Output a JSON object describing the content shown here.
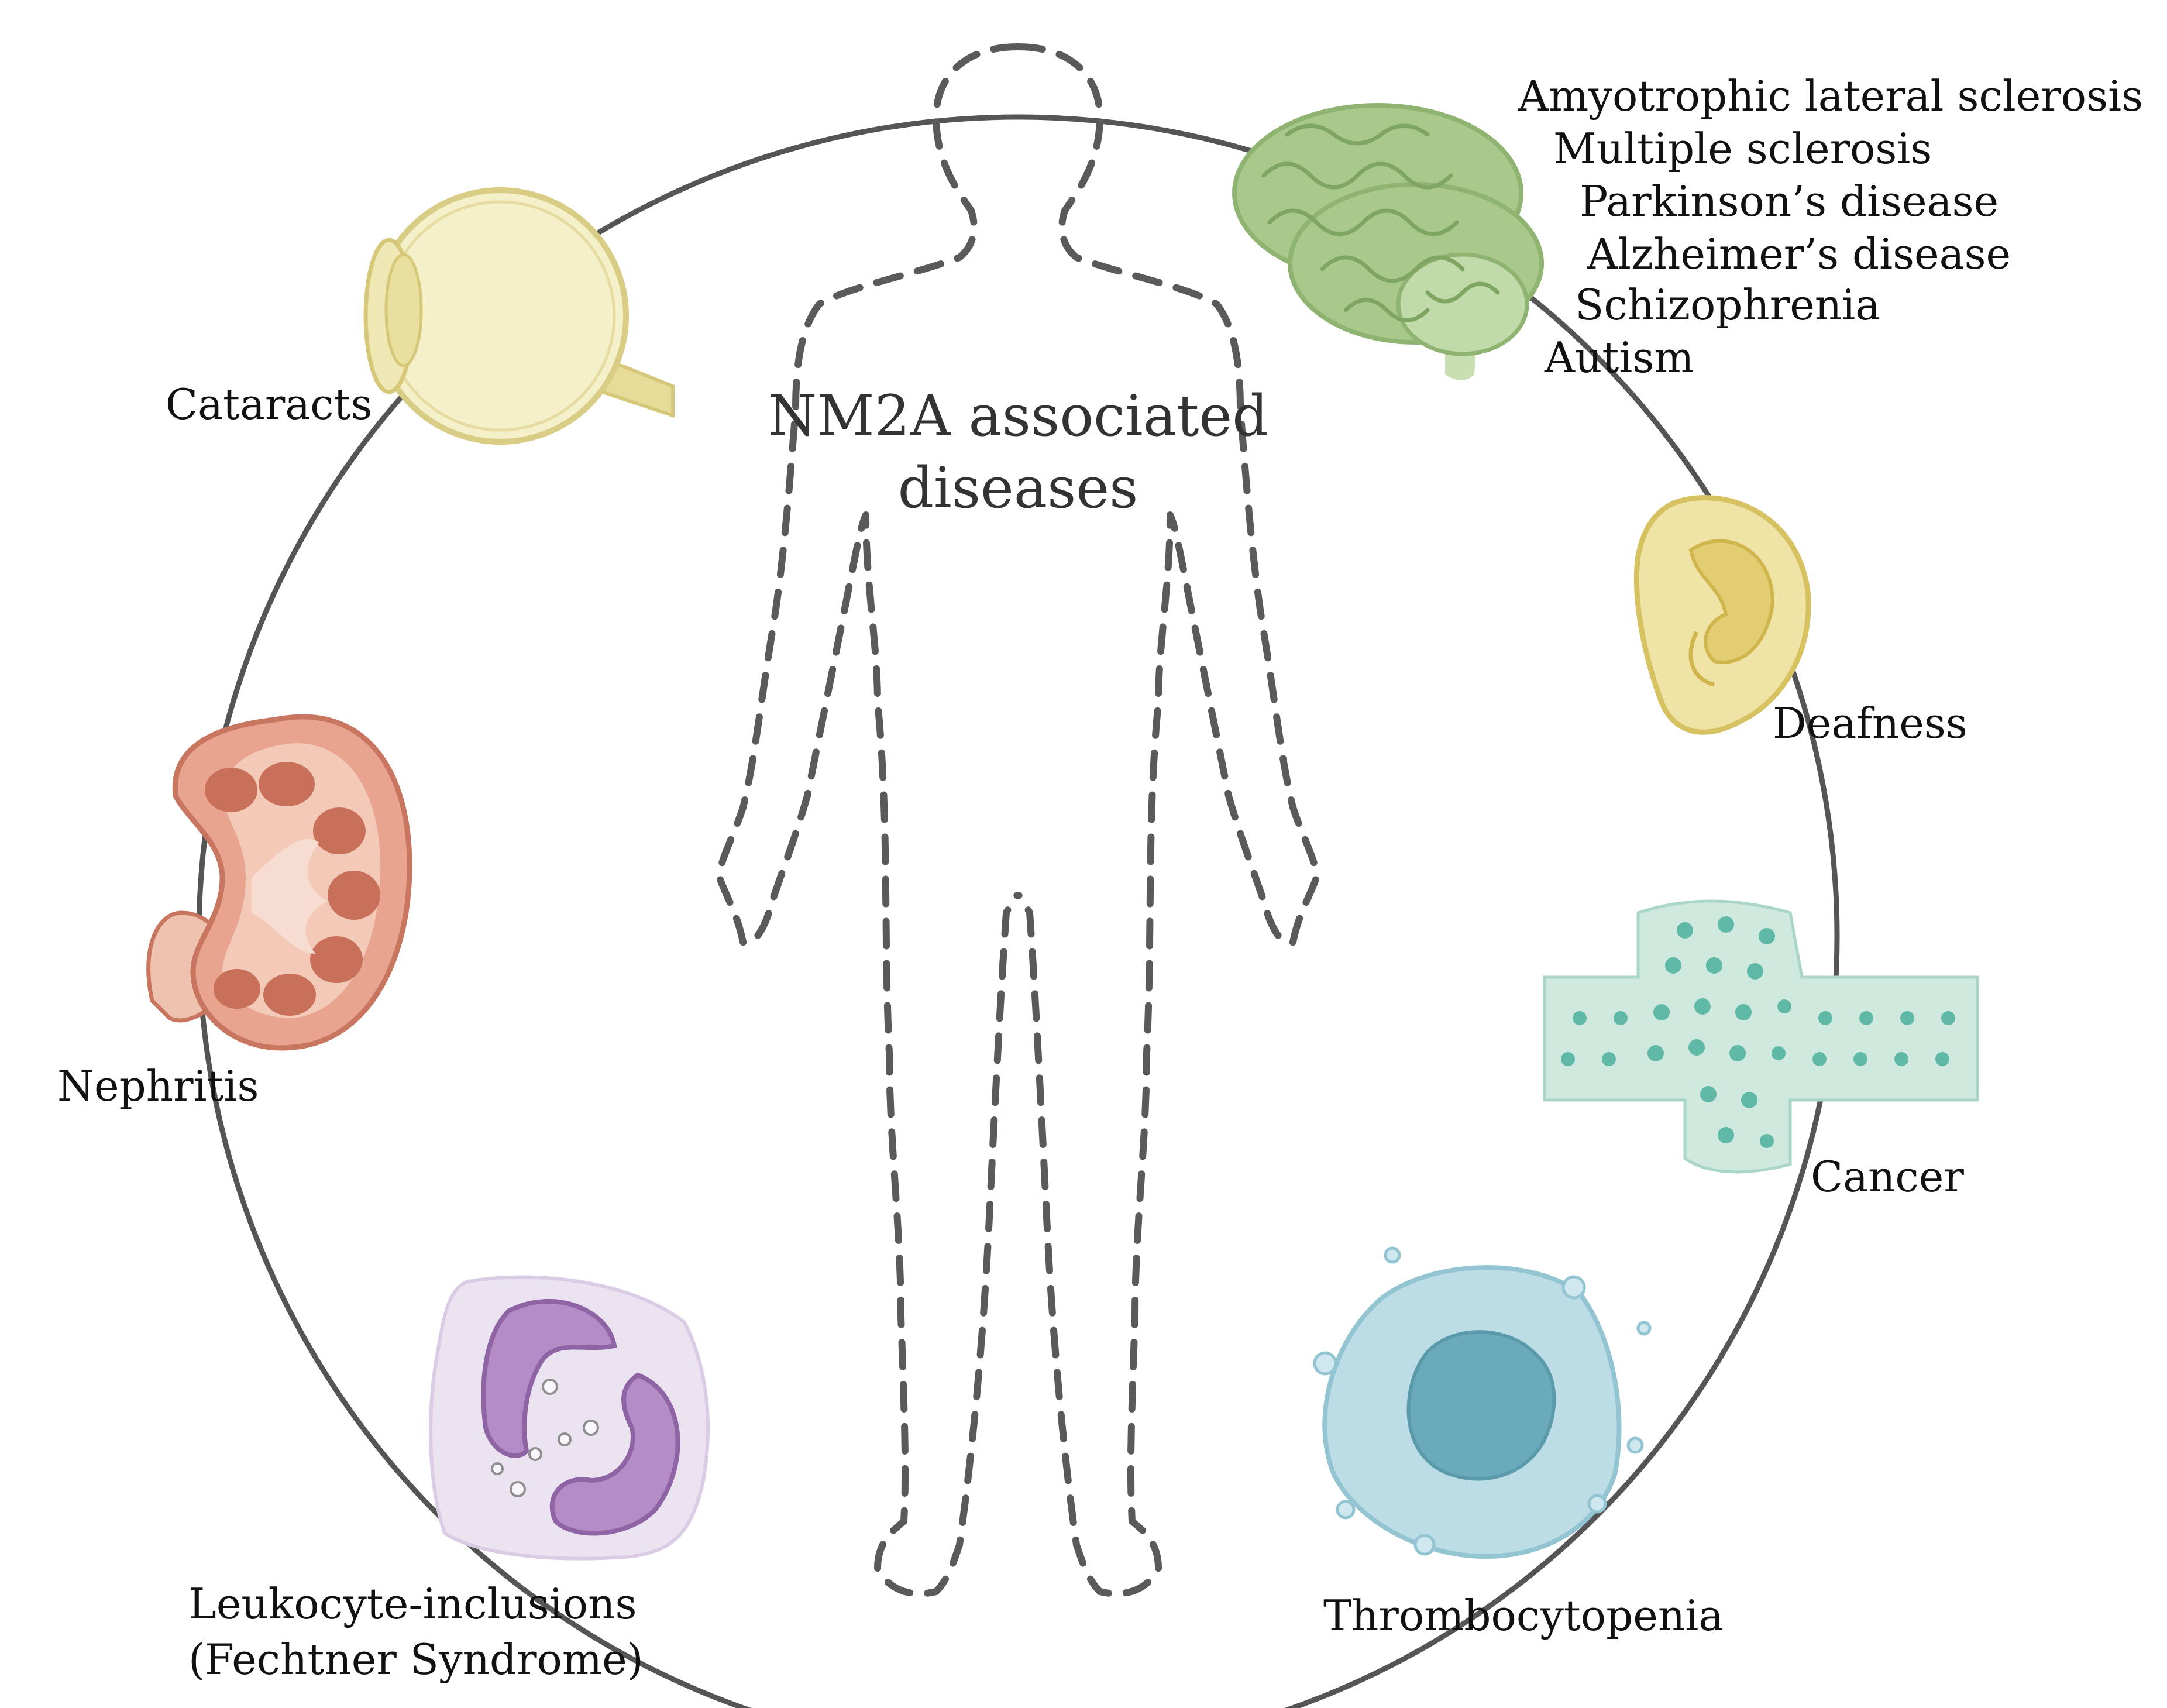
{
  "center": {
    "line1": "NM2A associated",
    "line2": "diseases"
  },
  "brain": {
    "icon": "brain-icon",
    "color": "#a9c98c",
    "diseases": [
      "Amyotrophic lateral sclerosis",
      "Multiple sclerosis",
      "Parkinson’s disease",
      "Alzheimer’s disease",
      "Schizophrenia",
      "Autism"
    ]
  },
  "eye": {
    "icon": "eye-icon",
    "color": "#f2eebf",
    "label": "Cataracts"
  },
  "ear": {
    "icon": "ear-icon",
    "color": "#ecde9e",
    "label": "Deafness"
  },
  "kidney": {
    "icon": "kidney-icon",
    "color": "#e2a18c",
    "label": "Nephritis"
  },
  "tissue": {
    "icon": "cancer-tissue-icon",
    "color": "#8fd0c2",
    "label": "Cancer"
  },
  "leukocyte": {
    "icon": "leukocyte-icon",
    "color": "#e6dcee",
    "label_line1": "Leukocyte-inclusions",
    "label_line2": "(Fechtner Syndrome)"
  },
  "platelet": {
    "icon": "platelet-cell-icon",
    "color": "#b9dbe4",
    "label": "Thrombocytopenia"
  },
  "colors": {
    "ring": "#555555",
    "body_outline": "#5a5a5a"
  }
}
